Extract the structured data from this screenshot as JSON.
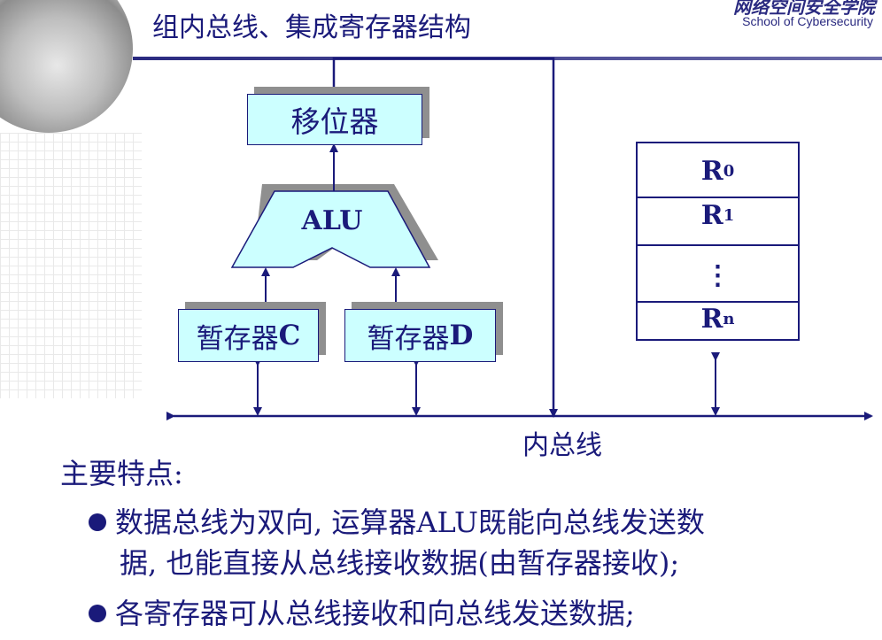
{
  "header": {
    "title": "组内总线、集成寄存器结构",
    "logo_cn": "网络空间安全学院",
    "logo_en": "School of Cybersecurity"
  },
  "diagram": {
    "shifter_label": "移位器",
    "alu_label": "ALU",
    "reg_c": {
      "prefix": "暂存器",
      "suffix": "C"
    },
    "reg_d": {
      "prefix": "暂存器",
      "suffix": "D"
    },
    "registers": {
      "r0": {
        "base": "R",
        "sub": "0"
      },
      "r1": {
        "base": "R",
        "sub": "1"
      },
      "ellipsis": "⋮",
      "rn": {
        "base": "R",
        "sub": "n"
      }
    },
    "bus_label": "内总线"
  },
  "notes": {
    "heading": "主要特点:",
    "bullet1_line1": "数据总线为双向, 运算器ALU既能向总线发送数",
    "bullet1_line2": "据, 也能直接从总线接收数据(由暂存器接收);",
    "bullet2": "各寄存器可从总线接收和向总线发送数据;"
  },
  "colors": {
    "text": "#1a1a7a",
    "box_fill": "#ccffff",
    "shadow": "#8f8f8f"
  }
}
